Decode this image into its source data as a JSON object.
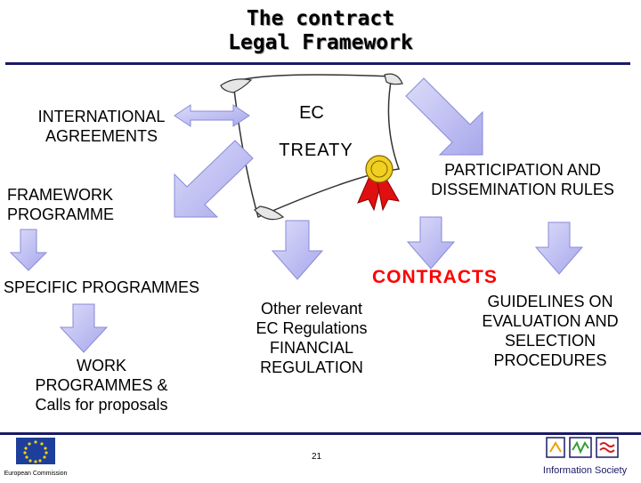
{
  "title": {
    "line1": "The contract",
    "line2": "Legal Framework"
  },
  "nodes": {
    "international": "INTERNATIONAL\nAGREEMENTS",
    "ec": "EC",
    "treaty": "TREATY",
    "framework": "FRAMEWORK\nPROGRAMME",
    "participation": "PARTICIPATION AND\nDISSEMINATION RULES",
    "specific": "SPECIFIC PROGRAMMES",
    "contracts": "CONTRACTS",
    "other": "Other relevant\nEC Regulations\nFINANCIAL\nREGULATION",
    "guidelines": "GUIDELINES ON\nEVALUATION AND\nSELECTION\nPROCEDURES",
    "work": "WORK\nPROGRAMMES &\nCalls for proposals"
  },
  "footer": {
    "page_number": "21",
    "eu_logo_text": "European Commission",
    "is_logo_text": "Information Society"
  },
  "colors": {
    "arrow_fill": "#c8c8f2",
    "arrow_stroke": "#9a9ae0",
    "title_rule": "#1a1a66",
    "contracts": "#ff0000",
    "ribbon": "#e01010",
    "seal": "#f0d020"
  }
}
